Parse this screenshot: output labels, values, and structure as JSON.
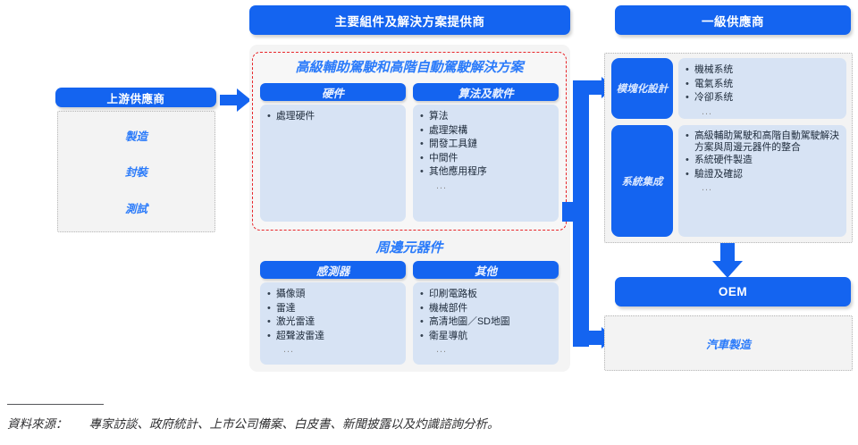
{
  "upstream": {
    "header": "上游供應商",
    "stages": [
      "製造",
      "封裝",
      "測試"
    ]
  },
  "center": {
    "header": "主要組件及解決方案提供商",
    "adas": {
      "title": "高級輔助駕駛和高階自動駕駛解決方案",
      "columns": [
        {
          "header": "硬件",
          "items": [
            "處理硬件"
          ],
          "ellipsis": ""
        },
        {
          "header": "算法及軟件",
          "items": [
            "算法",
            "處理架構",
            "開發工具鏈",
            "中間件",
            "其他應用程序"
          ],
          "ellipsis": "..."
        }
      ]
    },
    "peripheral": {
      "title": "周邊元器件",
      "columns": [
        {
          "header": "感測器",
          "items": [
            "攝像頭",
            "雷達",
            "激光雷達",
            "超聲波雷達"
          ],
          "ellipsis": "..."
        },
        {
          "header": "其他",
          "items": [
            "印刷電路板",
            "機械部件",
            "高清地圖／SD地圖",
            "衛星導航"
          ],
          "ellipsis": "..."
        }
      ]
    }
  },
  "tier1": {
    "header": "一級供應商",
    "rows": [
      {
        "label": "模塊化設計",
        "items": [
          "機械系统",
          "電氣系统",
          "冷卻系统"
        ],
        "ellipsis": "..."
      },
      {
        "label": "系統集成",
        "items": [
          "高級輔助駕駛和高階自動駕駛解決方案與周邊元器件的整合",
          "系統硬件製造",
          "驗證及確認"
        ],
        "ellipsis": "..."
      }
    ]
  },
  "oem": {
    "header": "OEM",
    "label": "汽車製造"
  },
  "footer": {
    "label": "資料來源：",
    "text": "專家訪談、政府統計、上市公司備案、白皮書、新聞披露以及灼識諮詢分析。"
  },
  "colors": {
    "brand_blue": "#1464f0",
    "accent_blue": "#2b7bfa",
    "light_box": "#d7e3f4",
    "panel_gray": "#f4f4f4",
    "highlight_red": "#e8262a"
  }
}
